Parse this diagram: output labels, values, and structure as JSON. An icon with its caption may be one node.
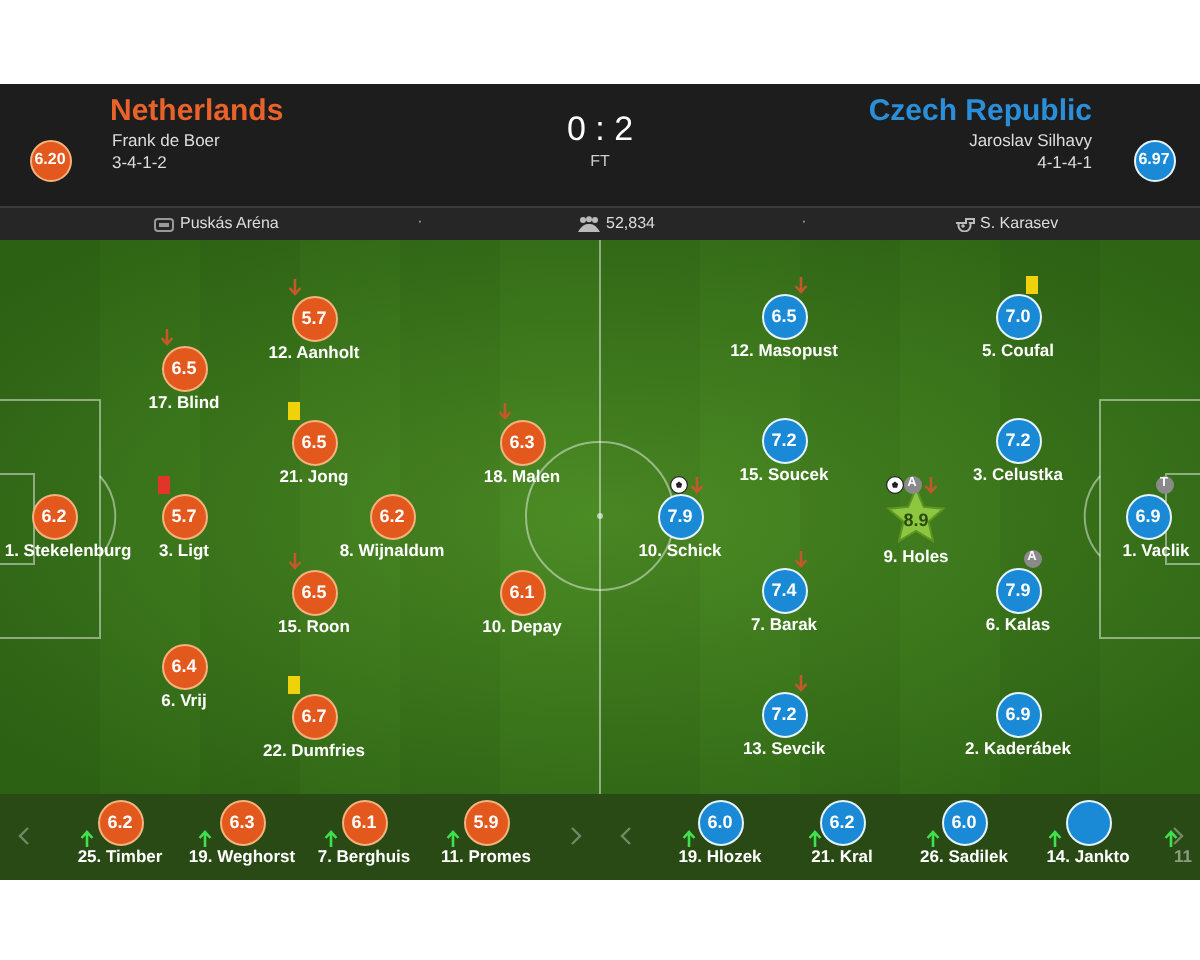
{
  "diagram": {
    "nodes": [
      {
        "text": [
          "6.20"
        ]
      },
      {
        "text": [
          "6.97"
        ]
      },
      {
        "text": [
          "5.7"
        ],
        "beside": [
          "12. Aanholt"
        ]
      },
      {
        "text": [
          "6.5"
        ],
        "beside": [
          "17. Blind"
        ]
      },
      {
        "text": [
          "6.5"
        ],
        "beside": [
          "21. Jong"
        ]
      },
      {
        "text": [
          "6.3"
        ],
        "beside": [
          "18. Malen"
        ]
      },
      {
        "text": [
          "6.2"
        ],
        "beside": [
          "1. Stekelenburg"
        ]
      },
      {
        "text": [
          "5.7"
        ],
        "beside": [
          "3. Ligt"
        ]
      },
      {
        "text": [
          "6.2"
        ],
        "beside": [
          "8. Wijnaldum"
        ]
      },
      {
        "text": [
          "6.5"
        ],
        "beside": [
          "15. Roon"
        ]
      },
      {
        "text": [
          "6.1"
        ],
        "beside": [
          "10. Depay"
        ]
      },
      {
        "text": [
          "6.4"
        ],
        "beside": [
          "6. Vrij"
        ]
      },
      {
        "text": [
          "6.7"
        ],
        "beside": [
          "22. Dumfries"
        ]
      },
      {
        "text": [
          "6.5"
        ],
        "beside": [
          "12. Masopust"
        ]
      },
      {
        "text": [
          "7.0"
        ],
        "beside": [
          "5. Coufal"
        ]
      },
      {
        "text": [
          "7.2"
        ],
        "beside": [
          "15. Soucek"
        ]
      },
      {
        "text": [
          "7.2"
        ],
        "beside": [
          "3. Celustka"
        ]
      },
      {
        "text": [
          "7.9"
        ],
        "beside": [
          "10. Schick"
        ]
      },
      {
        "text": [
          "8.9"
        ],
        "beside": [
          "9. Holes",
          "A"
        ]
      },
      {
        "text": [
          "6.9"
        ],
        "beside": [
          "1. Vaclik",
          "T"
        ]
      },
      {
        "text": [
          "7.4"
        ],
        "beside": [
          "7. Barak"
        ]
      },
      {
        "text": [
          "7.9"
        ],
        "beside": [
          "6. Kalas",
          "A"
        ]
      },
      {
        "text": [
          "7.2"
        ],
        "beside": [
          "13. Sevcik"
        ]
      },
      {
        "text": [
          "6.9"
        ],
        "beside": [
          "2. Kaderábek"
        ]
      },
      {
        "text": [
          "6.2"
        ],
        "beside": [
          "25. Timber"
        ]
      },
      {
        "text": [
          "6.3"
        ],
        "beside": [
          "19. Weghorst"
        ]
      },
      {
        "text": [
          "6.1"
        ],
        "beside": [
          "7. Berghuis"
        ]
      },
      {
        "text": [
          "5.9"
        ],
        "beside": [
          "11. Promes"
        ]
      },
      {
        "text": [
          "6.0"
        ],
        "beside": [
          "19. Hlozek"
        ]
      },
      {
        "text": [
          "6.2"
        ],
        "beside": [
          "21. Kral"
        ]
      },
      {
        "text": [
          "6.0"
        ],
        "beside": [
          "26. Sadilek"
        ]
      },
      {
        "text": [],
        "shape": "circle",
        "beside": [
          "14. Jankto"
        ]
      }
    ],
    "labels": [
      "Netherlands",
      "Frank de Boer",
      "3-4-1-2",
      "0 : 2",
      "FT",
      "Czech Republic",
      "Jaroslav Silhavy",
      "4-1-4-1",
      "Puskás Aréna",
      "·",
      "52,834",
      "·",
      "S. Karasev",
      "11"
    ]
  }
}
